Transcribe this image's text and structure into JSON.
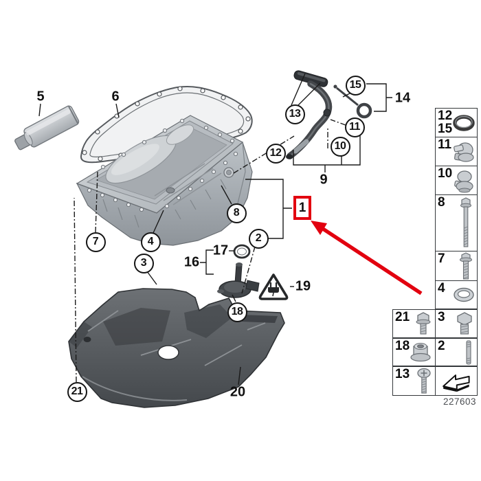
{
  "meta": {
    "drawing_number": "227603",
    "colors": {
      "highlight_red": "#e2000f",
      "line_color": "#1a1a1a",
      "background": "#ffffff"
    }
  },
  "highlight": {
    "label": "1"
  },
  "callouts": [
    {
      "id": "13",
      "label": "13"
    },
    {
      "id": "15",
      "label": "15"
    },
    {
      "id": "11",
      "label": "11"
    },
    {
      "id": "12",
      "label": "12"
    },
    {
      "id": "10",
      "label": "10"
    },
    {
      "id": "8",
      "label": "8"
    },
    {
      "id": "2",
      "label": "2"
    },
    {
      "id": "7",
      "label": "7"
    },
    {
      "id": "4",
      "label": "4"
    },
    {
      "id": "3",
      "label": "3"
    },
    {
      "id": "18",
      "label": "18"
    },
    {
      "id": "21",
      "label": "21"
    }
  ],
  "labels": [
    {
      "id": "5",
      "label": "5"
    },
    {
      "id": "6",
      "label": "6"
    },
    {
      "id": "14",
      "label": "14"
    },
    {
      "id": "9",
      "label": "9"
    },
    {
      "id": "16",
      "label": "16"
    },
    {
      "id": "17",
      "label": "17"
    },
    {
      "id": "19",
      "label": "19"
    },
    {
      "id": "20",
      "label": "20"
    }
  ],
  "sidebar": {
    "cells": [
      {
        "id": "12-15",
        "labels": [
          "12",
          "15"
        ],
        "icon": "o-ring-icon"
      },
      {
        "id": "11",
        "labels": [
          "11"
        ],
        "icon": "tube-clip-icon"
      },
      {
        "id": "10",
        "labels": [
          "10"
        ],
        "icon": "tube-clip-icon"
      },
      {
        "id": "8",
        "labels": [
          "8"
        ],
        "icon": "long-bolt-icon"
      },
      {
        "id": "7",
        "labels": [
          "7"
        ],
        "icon": "flange-bolt-icon"
      },
      {
        "id": "4",
        "labels": [
          "4"
        ],
        "icon": "washer-icon"
      },
      {
        "id": "21",
        "labels": [
          "21"
        ],
        "icon": "flange-bolt-icon"
      },
      {
        "id": "3",
        "labels": [
          "3"
        ],
        "icon": "drain-plug-icon"
      },
      {
        "id": "18",
        "labels": [
          "18"
        ],
        "icon": "flange-nut-icon"
      },
      {
        "id": "2",
        "labels": [
          "2"
        ],
        "icon": "stud-icon"
      },
      {
        "id": "13",
        "labels": [
          "13"
        ],
        "icon": "screw-icon"
      },
      {
        "id": "arrow",
        "labels": [],
        "icon": "direction-arrow-icon"
      }
    ]
  }
}
